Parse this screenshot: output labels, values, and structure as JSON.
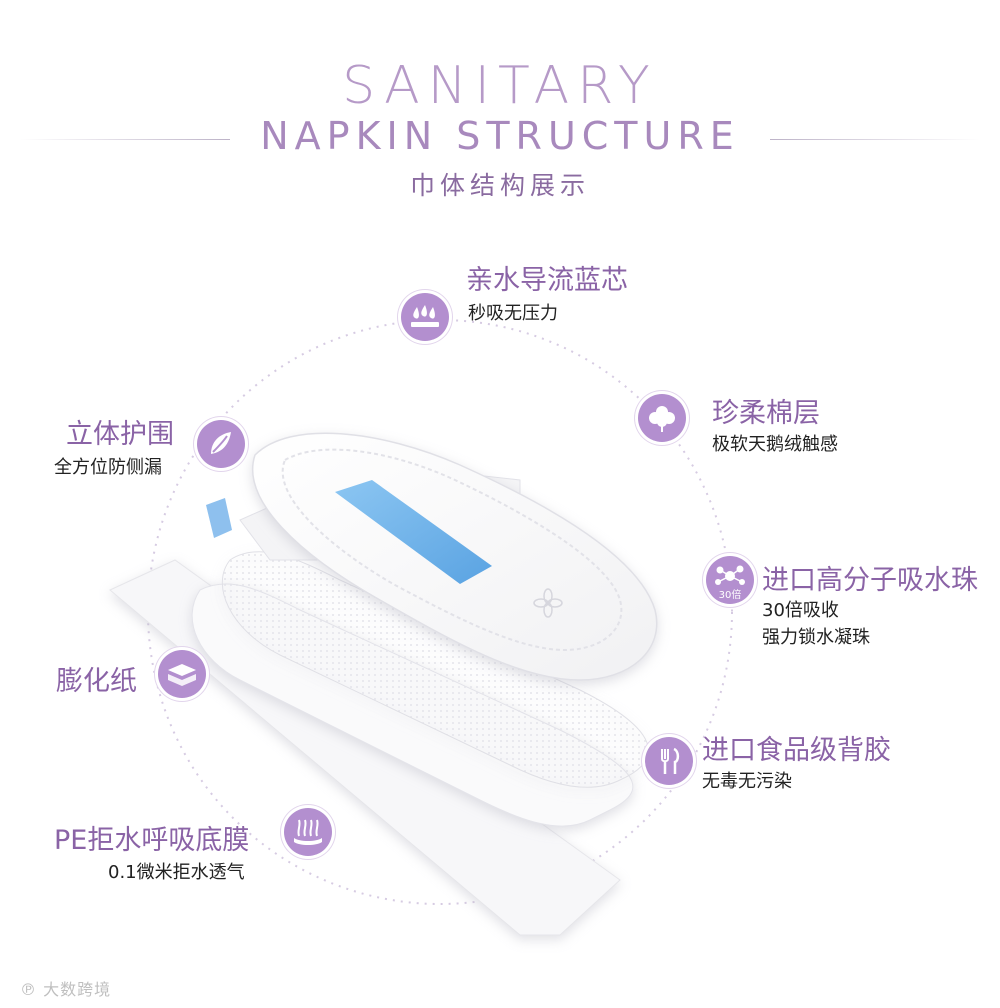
{
  "header": {
    "title_line1": "SANITARY",
    "title_line2": "NAPKIN STRUCTURE",
    "subtitle_cn": "巾体结构展示"
  },
  "features": {
    "core": {
      "title": "亲水导流蓝芯",
      "sub": "秒吸无压力",
      "icon": "water-drops-icon"
    },
    "cotton": {
      "title": "珍柔棉层",
      "sub": "极软天鹅绒触感",
      "icon": "cotton-flower-icon"
    },
    "guard": {
      "title": "立体护围",
      "sub": "全方位防侧漏",
      "icon": "leaf-guard-icon"
    },
    "beads": {
      "title": "进口高分子吸水珠",
      "sub1": "30倍吸收",
      "sub2": "强力锁水凝珠",
      "badge": "30倍",
      "icon": "molecule-icon"
    },
    "paper": {
      "title": "膨化纸",
      "icon": "paper-layer-icon"
    },
    "glue": {
      "title": "进口食品级背胶",
      "sub": "无毒无污染",
      "icon": "fork-knife-icon"
    },
    "film": {
      "title": "PE拒水呼吸底膜",
      "sub": "0.1微米拒水透气",
      "icon": "breathing-film-icon"
    }
  },
  "colors": {
    "accent": "#b38fcf",
    "title": "#8a63a6",
    "core_blue": "#6fb2ea"
  },
  "watermark": "大数跨境"
}
